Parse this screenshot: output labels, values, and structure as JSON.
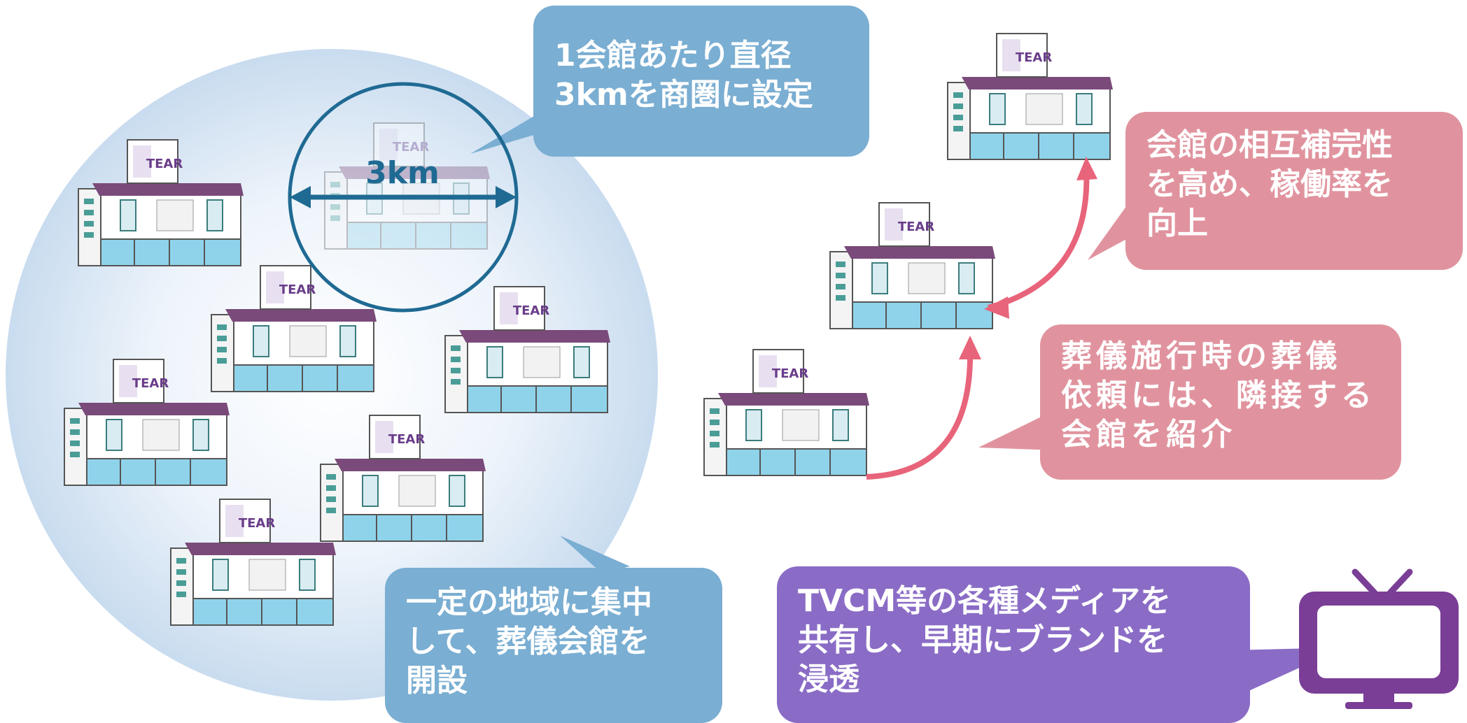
{
  "diameter_label": "3km",
  "callouts": {
    "radius": {
      "lines": [
        "1会館あたり直径",
        "3kmを商圏に設定"
      ]
    },
    "cluster": {
      "lines": [
        "一定の地域に集中",
        "して、葬儀会館を",
        "開設"
      ]
    },
    "complement": {
      "lines": [
        "会館の相互補完性",
        "を高め、稼働率を",
        "向上"
      ]
    },
    "referral": {
      "lines": [
        "葬儀施行時の葬儀",
        "依頼には、隣接する",
        "会館を紹介"
      ]
    },
    "media": {
      "lines": [
        "TVCM等の各種メディアを",
        "共有し、早期にブランドを",
        "浸透"
      ]
    }
  },
  "building_sign": "TEAR",
  "icons": [
    "building-icon",
    "tv-icon",
    "arrow-icon"
  ],
  "colors": {
    "blue_callout": "#7aaed2",
    "pink_callout": "#e0939e",
    "purple_callout": "#8a6cc6",
    "arrow_pink": "#e8647a",
    "dark_blue": "#1f6a93",
    "building_purple": "#7a4a7a"
  }
}
